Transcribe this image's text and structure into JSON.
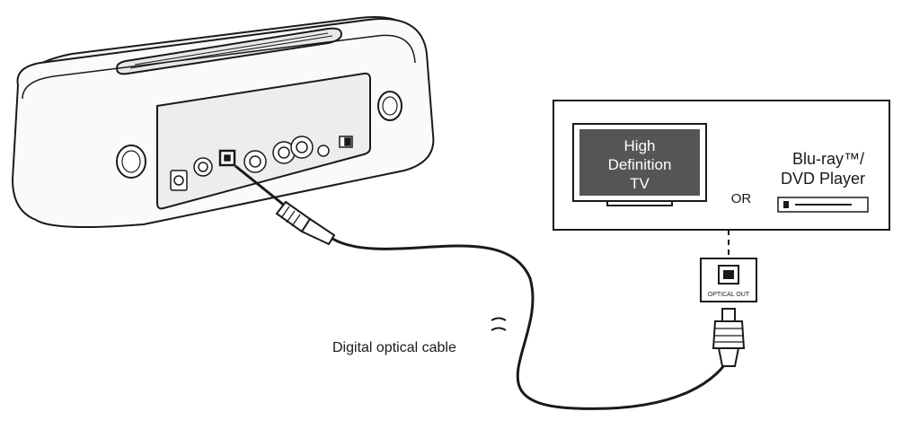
{
  "tv": {
    "line1": "High",
    "line2": "Definition",
    "line3": "TV"
  },
  "or_label": "OR",
  "player": {
    "line1": "Blu-ray™/",
    "line2": "DVD Player"
  },
  "optical_port_label": "OPTICAL OUT",
  "cable_label": "Digital optical cable",
  "colors": {
    "line": "#1a1a1a",
    "tv_screen": "#555555",
    "tv_text": "#ffffff",
    "background": "#ffffff"
  }
}
